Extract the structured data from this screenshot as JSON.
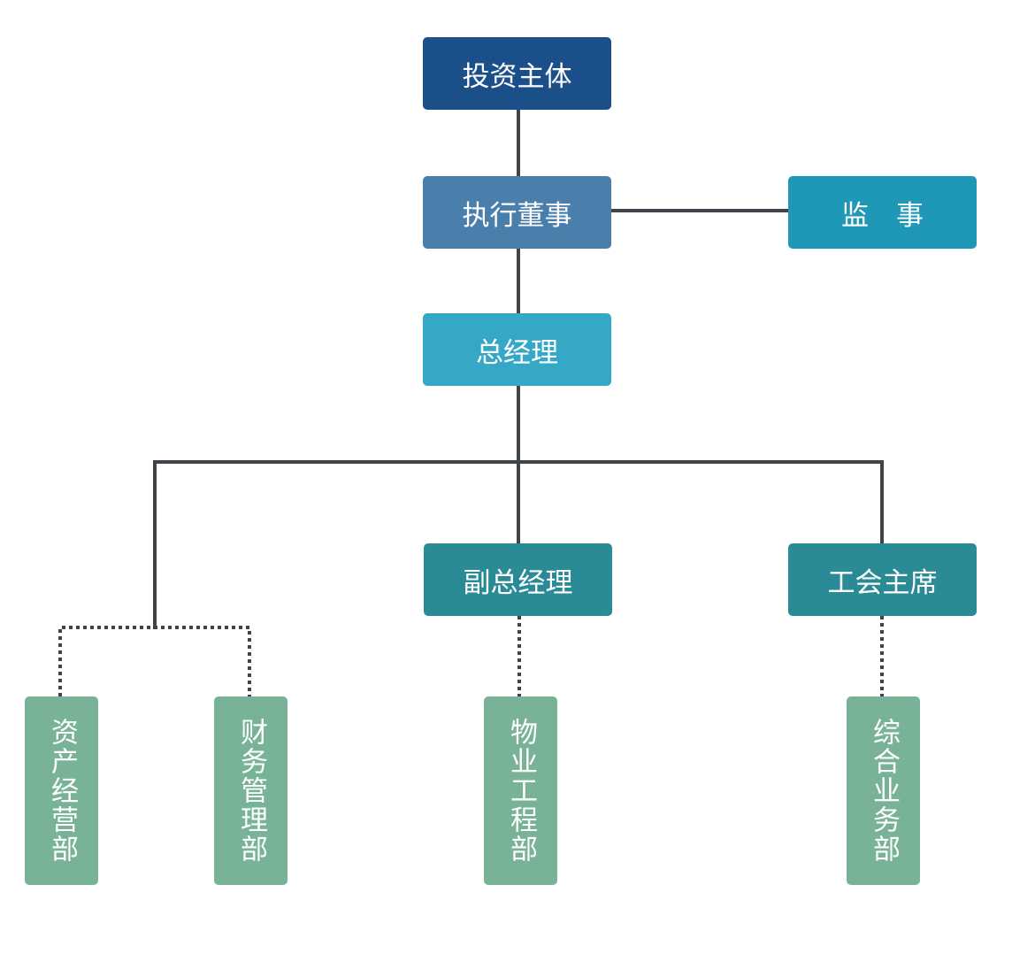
{
  "nodes": {
    "investor": {
      "label": "投资主体",
      "color": "#1a4f8a"
    },
    "executive_director": {
      "label": "执行董事",
      "color": "#4a7fac"
    },
    "supervisor": {
      "label": "监　事",
      "color": "#1f97b6"
    },
    "general_manager": {
      "label": "总经理",
      "color": "#34a8c4"
    },
    "deputy_general_manager": {
      "label": "副总经理",
      "color": "#2a8b97"
    },
    "union_chairman": {
      "label": "工会主席",
      "color": "#2a8b97"
    },
    "asset_operation_dept": {
      "label": "资产经营部",
      "color": "#78b397"
    },
    "finance_management_dept": {
      "label": "财务管理部",
      "color": "#78b397"
    },
    "property_engineering_dept": {
      "label": "物业工程部",
      "color": "#78b397"
    },
    "general_affairs_dept": {
      "label": "综合业务部",
      "color": "#78b397"
    }
  },
  "connector_color": "#3f444a"
}
